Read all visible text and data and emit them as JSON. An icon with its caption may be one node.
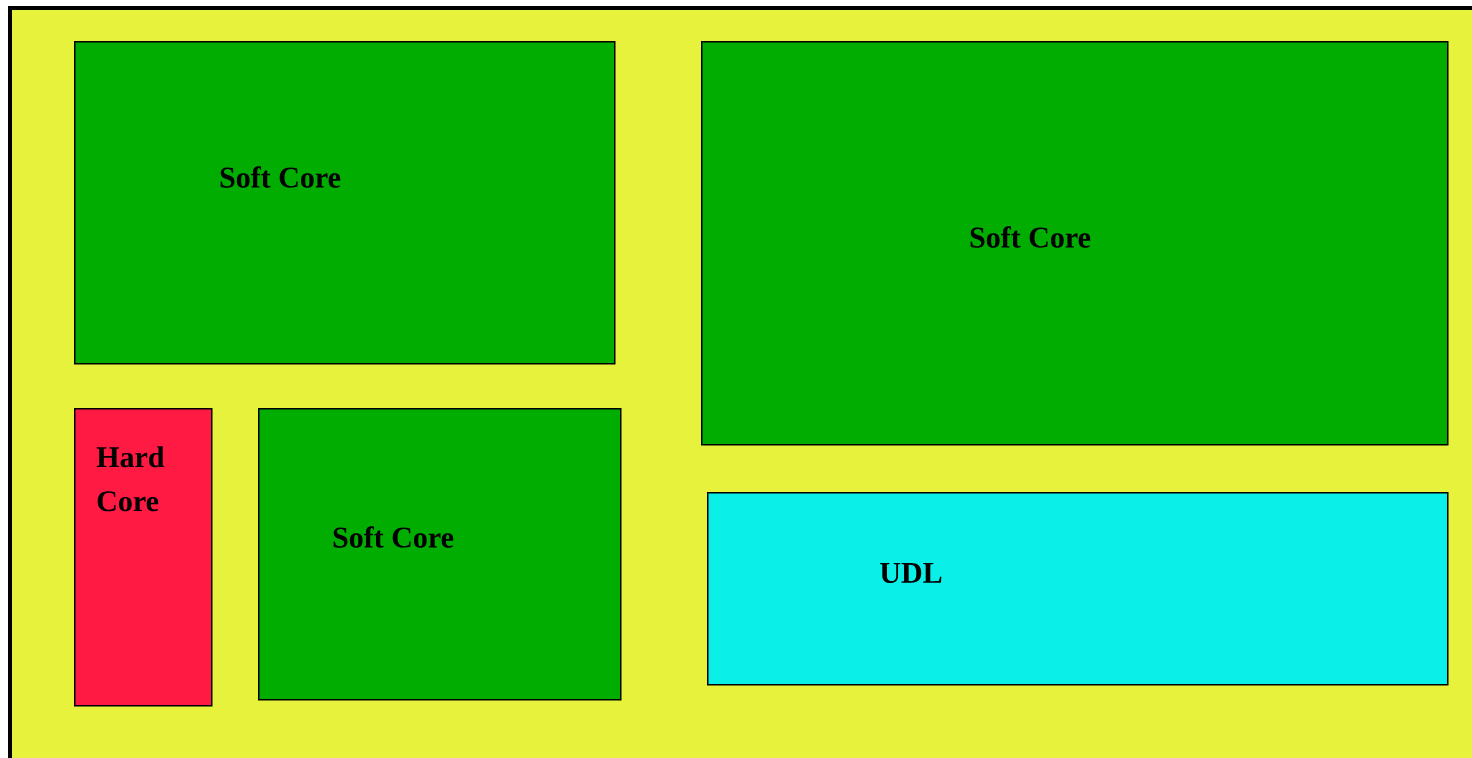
{
  "diagram": {
    "nodes": [
      {
        "text": [],
        "shape": "box"
      },
      {
        "text": [
          "Soft Core"
        ],
        "in": 0
      },
      {
        "text": [
          "Soft Core"
        ],
        "in": 0
      },
      {
        "text": [
          "Hard Core"
        ],
        "in": 0
      },
      {
        "text": [
          "Soft Core"
        ],
        "in": 0
      },
      {
        "text": [
          "UDL"
        ],
        "in": 0
      }
    ]
  }
}
